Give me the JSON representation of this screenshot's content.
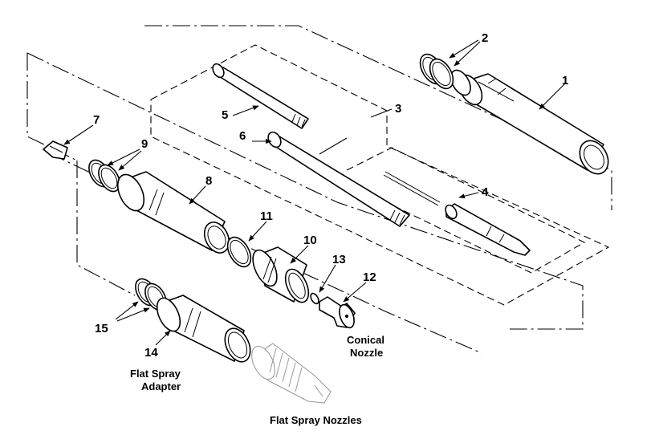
{
  "callouts": {
    "p1": "1",
    "p2": "2",
    "p3": "3",
    "p4": "4",
    "p5": "5",
    "p6": "6",
    "p7": "7",
    "p8": "8",
    "p9": "9",
    "p10": "10",
    "p11": "11",
    "p12": "12",
    "p13": "13",
    "p14": "14",
    "p15": "15"
  },
  "captions": {
    "conical_line1": "Conical",
    "conical_line2": "Nozzle",
    "flat_adapter_line1": "Flat Spray",
    "flat_adapter_line2": "Adapter",
    "flat_nozzles": "Flat Spray Nozzles"
  }
}
